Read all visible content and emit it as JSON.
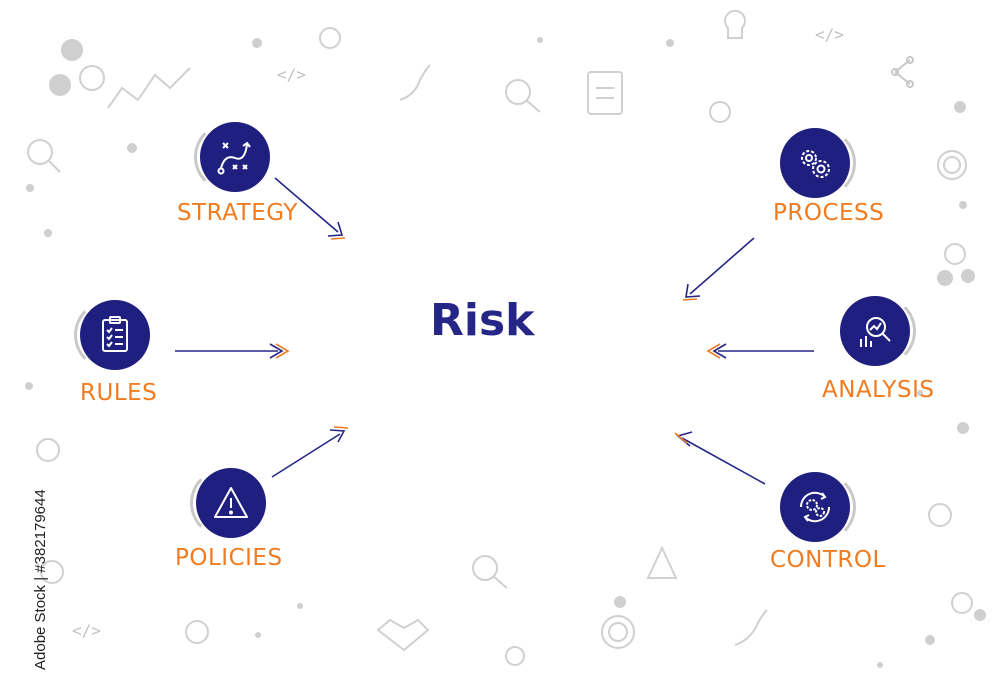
{
  "title": "Risk",
  "watermark": "Adobe Stock | #382179644",
  "colors": {
    "node": "#1f1f80",
    "label": "#f07c22",
    "arrow": "#262686",
    "arrowhead_accent": "#f07c22",
    "decor": "#c9c9c9"
  },
  "nodes": [
    {
      "label": "STRATEGY",
      "icon": "strategy-play-icon"
    },
    {
      "label": "RULES",
      "icon": "clipboard-checklist-icon"
    },
    {
      "label": "POLICIES",
      "icon": "warning-triangle-icon"
    },
    {
      "label": "PROCESS",
      "icon": "gears-icon"
    },
    {
      "label": "ANALYSIS",
      "icon": "magnifier-chart-icon"
    },
    {
      "label": "CONTROL",
      "icon": "cycle-gears-icon"
    }
  ]
}
